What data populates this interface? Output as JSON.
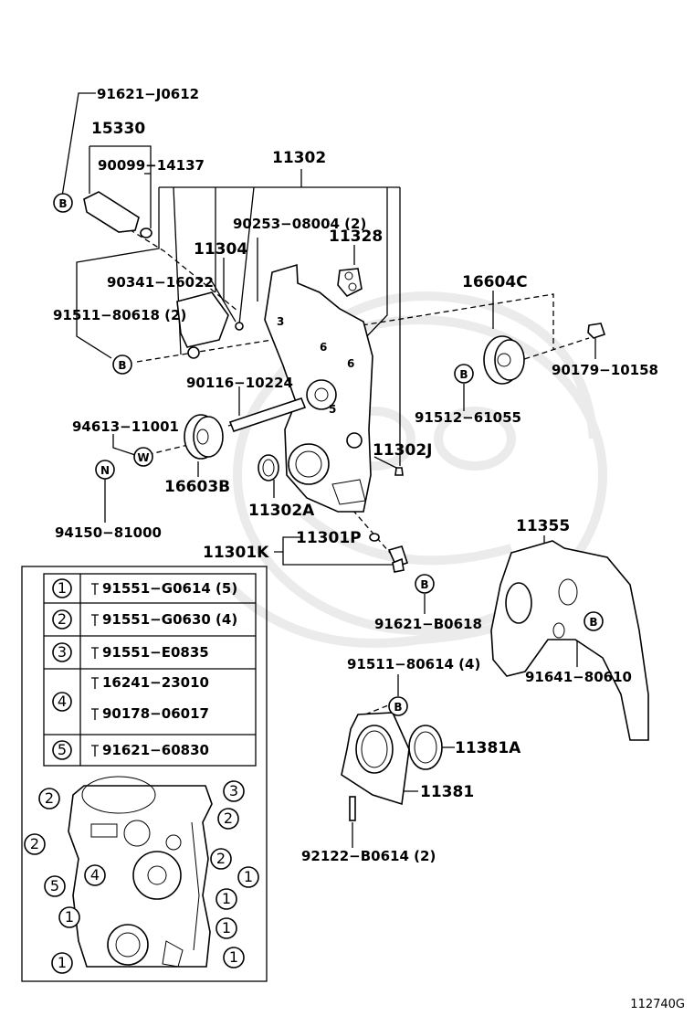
{
  "labels": {
    "p91621_J0612": "91621−J0612",
    "p15330": "15330",
    "p90099_14137": "90099−14137",
    "p11302": "11302",
    "p90253_08004": "90253−08004 (2)",
    "p11328": "11328",
    "p11304": "11304",
    "p90341_16022": "90341−16022",
    "p91511_80618": "91511−80618 (2)",
    "p16604C": "16604C",
    "p90116_10224": "90116−10224",
    "p90179_10158": "90179−10158",
    "p94613_11001": "94613−11001",
    "p91512_61055": "91512−61055",
    "p11302J": "11302J",
    "p16603B": "16603B",
    "p11302A": "11302A",
    "p94150_81000": "94150−81000",
    "p11355": "11355",
    "p11301P": "11301P",
    "p11301K": "11301K",
    "p91621_B0618": "91621−B0618",
    "p91641_80610": "91641−80610",
    "p91511_80614": "91511−80614 (4)",
    "p11381A": "11381A",
    "p11381": "11381",
    "p92122_B0614": "92122−B0614 (2)"
  },
  "markers": {
    "B": "B",
    "W": "W",
    "N": "N"
  },
  "legend_table": [
    {
      "num": "1",
      "parts": [
        "91551−G0614 (5)"
      ]
    },
    {
      "num": "2",
      "parts": [
        "91551−G0630 (4)"
      ]
    },
    {
      "num": "3",
      "parts": [
        "91551−E0835"
      ]
    },
    {
      "num": "4",
      "parts": [
        "16241−23010",
        "90178−06017"
      ]
    },
    {
      "num": "5",
      "parts": [
        "91621−60830"
      ]
    }
  ],
  "inset_callouts": [
    "2",
    "3",
    "2",
    "2",
    "2",
    "4",
    "1",
    "5",
    "1",
    "1",
    "1",
    "1",
    "1"
  ],
  "cover_numbers": [
    "3",
    "6",
    "6",
    "5"
  ],
  "figure_id": "112740G"
}
